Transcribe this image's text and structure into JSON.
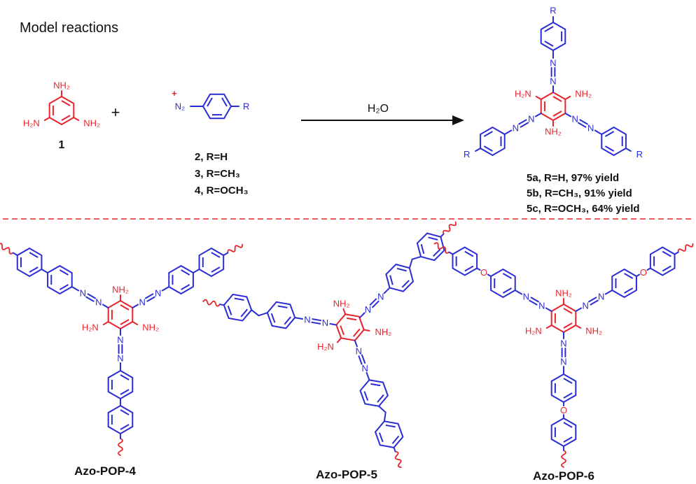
{
  "colors": {
    "red": "#e8232a",
    "blue": "#2a2cd5",
    "ink": "#111111"
  },
  "header": {
    "title": "Model reactions"
  },
  "atoms": {
    "N": "N",
    "O": "O",
    "R": "R",
    "NH2": "NH₂",
    "H2N": "H₂N"
  },
  "scheme": {
    "plus": "+",
    "reagent": "H₂O",
    "compound1_label": "1",
    "diazonium": {
      "charge": "+",
      "n2": "N₂",
      "variants": [
        "2, R=H",
        "3, R=CH₃",
        "4, R=OCH₃"
      ]
    },
    "product": {
      "labels": [
        "5a, R=H, 97% yield",
        "5b, R=CH₃, 91% yield",
        "5c, R=OCH₃, 64% yield"
      ]
    }
  },
  "polymers": [
    {
      "name": "Azo-POP-4"
    },
    {
      "name": "Azo-POP-5"
    },
    {
      "name": "Azo-POP-6"
    }
  ]
}
